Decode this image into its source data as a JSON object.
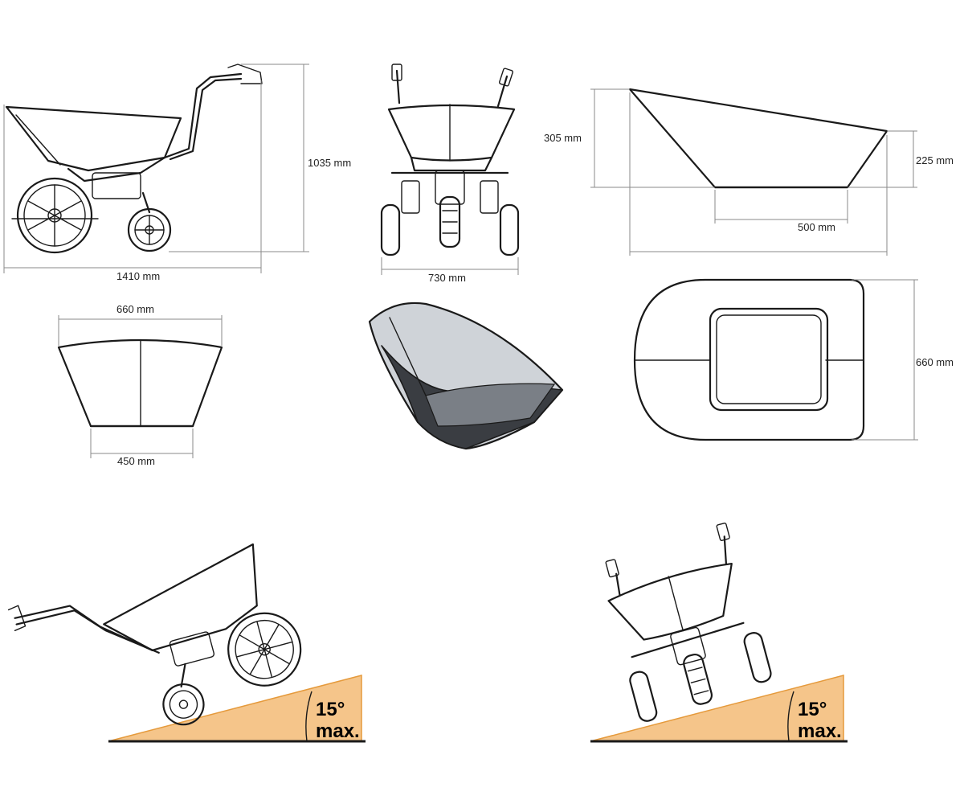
{
  "dimensions": {
    "side_height": "1035 mm",
    "side_length": "1410 mm",
    "front_width": "730 mm",
    "tray_back_height": "305 mm",
    "tray_front_height": "225 mm",
    "tray_bottom_length": "500 mm",
    "tray_top_width": "660 mm",
    "tray_bottom_width": "450 mm",
    "tray_plan_width": "660 mm"
  },
  "slope": {
    "angle": "15°",
    "limit": "max."
  },
  "colors": {
    "ink": "#1a1a1a",
    "dimension_line": "#8a8a8a",
    "ramp": "#f5c58a",
    "ramp_edge": "#e59a3c",
    "tray_shade": "#cfd3d8",
    "tray_dark": "#3a3d42"
  }
}
